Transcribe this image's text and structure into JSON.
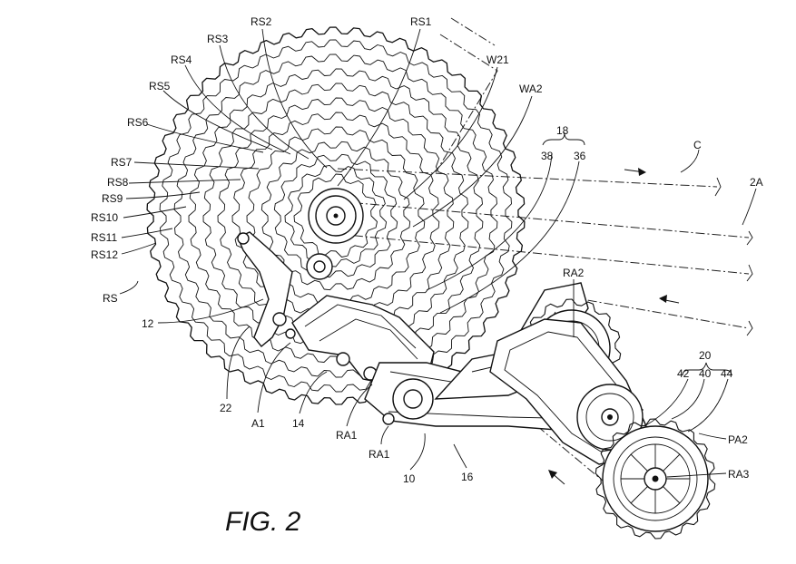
{
  "figure_title": "FIG. 2",
  "labels": {
    "rs1": "RS1",
    "rs2": "RS2",
    "rs3": "RS3",
    "rs4": "RS4",
    "rs5": "RS5",
    "rs6": "RS6",
    "rs7": "RS7",
    "rs8": "RS8",
    "rs9": "RS9",
    "rs10": "RS10",
    "rs11": "RS11",
    "rs12": "RS12",
    "rs": "RS",
    "w21": "W21",
    "wa2": "WA2",
    "n18": "18",
    "n38": "38",
    "n36": "36",
    "c": "C",
    "n2a": "2A",
    "ra2": "RA2",
    "n20": "20",
    "n42": "42",
    "n40": "40",
    "n44": "44",
    "pa2": "PA2",
    "ra3": "RA3",
    "n12": "12",
    "n22": "22",
    "a1": "A1",
    "n14": "14",
    "ra1a": "RA1",
    "ra1b": "RA1",
    "n10": "10",
    "n16": "16"
  }
}
